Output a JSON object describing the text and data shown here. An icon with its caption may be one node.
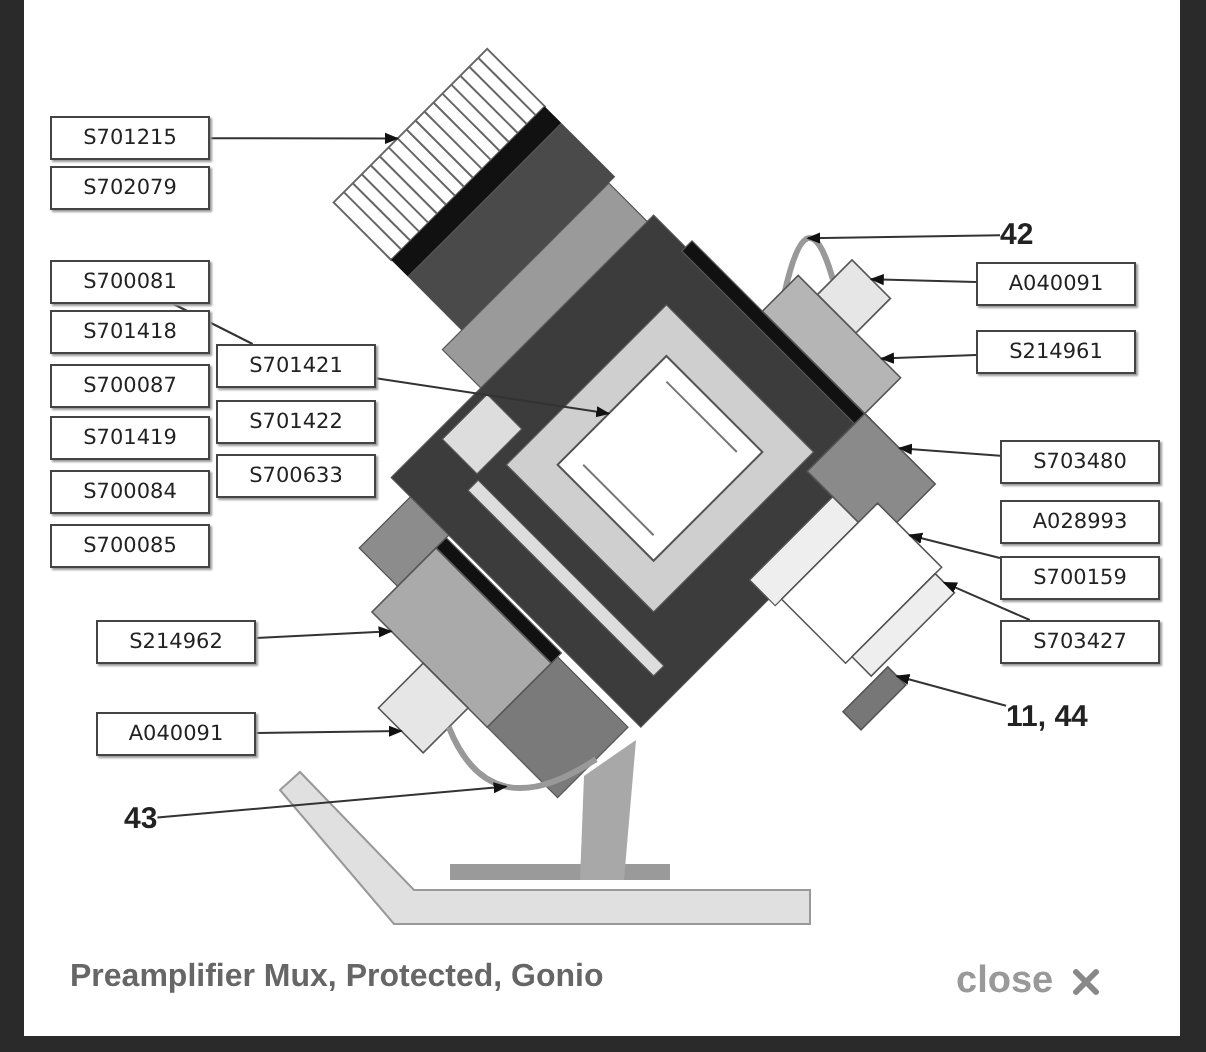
{
  "diagram": {
    "caption": "Preamplifier Mux, Protected, Gonio",
    "nodes": [
      {
        "text": [
          "S701215"
        ]
      },
      {
        "text": [
          "S702079"
        ]
      },
      {
        "text": [
          "S700081"
        ]
      },
      {
        "text": [
          "S701418"
        ]
      },
      {
        "text": [
          "S700087"
        ]
      },
      {
        "text": [
          "S701419"
        ]
      },
      {
        "text": [
          "S700084"
        ]
      },
      {
        "text": [
          "S700085"
        ]
      },
      {
        "text": [
          "S701421"
        ]
      },
      {
        "text": [
          "S701422"
        ]
      },
      {
        "text": [
          "S700633"
        ]
      },
      {
        "text": [
          "42"
        ]
      },
      {
        "text": [
          "A040091"
        ]
      },
      {
        "text": [
          "S214961"
        ]
      },
      {
        "text": [
          "S703480"
        ]
      },
      {
        "text": [
          "A028993"
        ]
      },
      {
        "text": [
          "S700159"
        ]
      },
      {
        "text": [
          "S703427"
        ]
      },
      {
        "text": [
          "11, 44"
        ]
      },
      {
        "text": [
          "S214962"
        ]
      },
      {
        "text": [
          "A040091"
        ]
      },
      {
        "text": [
          "43"
        ]
      },
      {
        "text": [],
        "shape": "picture"
      },
      {
        "text": [],
        "shape": "picture"
      },
      {
        "text": [],
        "shape": "picture"
      },
      {
        "text": [],
        "shape": "picture"
      },
      {
        "text": [],
        "shape": "picture"
      },
      {
        "text": [],
        "shape": "picture"
      },
      {
        "text": [],
        "shape": "picture"
      },
      {
        "text": [],
        "shape": "picture"
      },
      {
        "text": [],
        "shape": "picture"
      },
      {
        "text": [],
        "shape": "picture"
      },
      {
        "text": [],
        "shape": "picture"
      },
      {
        "text": [],
        "shape": "picture"
      }
    ],
    "edges": [
      {
        "from": 0,
        "to": 22,
        "arrow": "to"
      },
      {
        "from": 2,
        "to": 8,
        "arrow": "none"
      },
      {
        "from": 8,
        "to": 23,
        "arrow": "to"
      },
      {
        "from": 11,
        "to": 24,
        "arrow": "to"
      },
      {
        "from": 12,
        "to": 25,
        "arrow": "to"
      },
      {
        "from": 13,
        "to": 26,
        "arrow": "to"
      },
      {
        "from": 14,
        "to": 27,
        "arrow": "to"
      },
      {
        "from": 16,
        "to": 28,
        "arrow": "to"
      },
      {
        "from": 17,
        "to": 29,
        "arrow": "to"
      },
      {
        "from": 18,
        "to": 30,
        "arrow": "to"
      },
      {
        "from": 19,
        "to": 31,
        "arrow": "to"
      },
      {
        "from": 20,
        "to": 32,
        "arrow": "to"
      },
      {
        "from": 21,
        "to": 33,
        "arrow": "to"
      }
    ],
    "labels": [
      "close"
    ]
  }
}
